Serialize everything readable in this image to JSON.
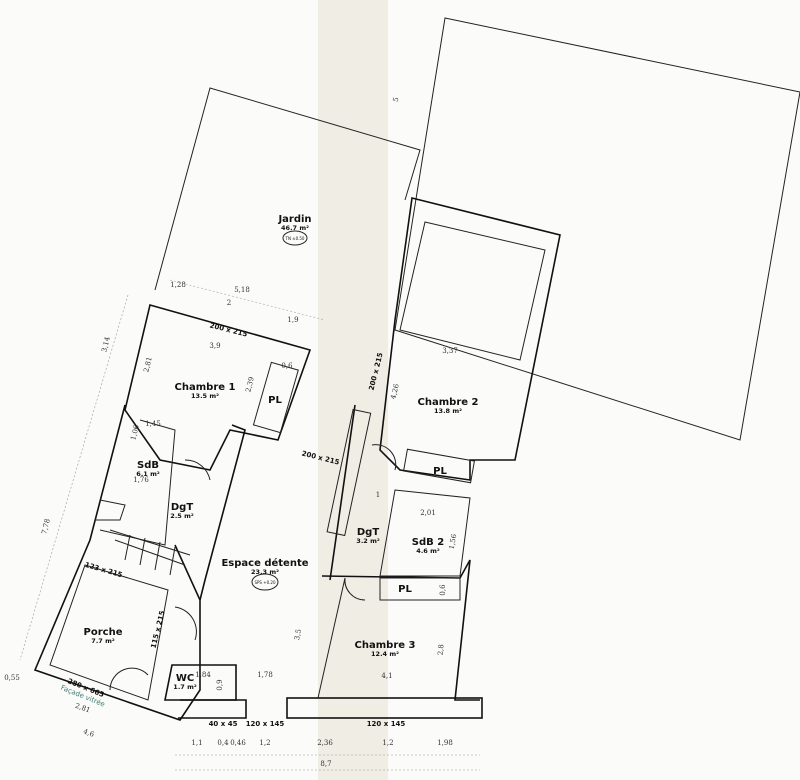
{
  "rooms": {
    "jardin": {
      "name": "Jardin",
      "area": "46.7 m²",
      "level": "TN ±0.50"
    },
    "chambre1": {
      "name": "Chambre 1",
      "area": "13.5 m²"
    },
    "chambre2": {
      "name": "Chambre 2",
      "area": "13.8 m²"
    },
    "chambre3": {
      "name": "Chambre 3",
      "area": "12.4 m²"
    },
    "sdb": {
      "name": "SdB",
      "area": "6.1 m²"
    },
    "sdb2": {
      "name": "SdB 2",
      "area": "4.6 m²"
    },
    "dgt1": {
      "name": "DgT",
      "area": "2.5 m²"
    },
    "dgt2": {
      "name": "DgT",
      "area": "3.2 m²"
    },
    "espace": {
      "name": "Espace détente",
      "area": "23.3 m²",
      "level": "SPS +0.20"
    },
    "porche": {
      "name": "Porche",
      "area": "7.7 m²"
    },
    "wc": {
      "name": "WC",
      "area": "1.7 m²"
    },
    "pl": "PL"
  },
  "openings": [
    "200 x 215",
    "200 x 215",
    "200 x 215",
    "123 x 215",
    "115 x 215",
    "280 x 665",
    "40 x 45",
    "120 x 145",
    "120 x 145"
  ],
  "facade_note": "Façade vitrée",
  "dimensions": [
    "1,28",
    "5,18",
    "2",
    "1,9",
    "3,14",
    "2,81",
    "3,9",
    "0,6",
    "2,39",
    "1,06",
    "1,45",
    "1,76",
    "7,78",
    "3,37",
    "4,26",
    "1",
    "2,01",
    "1,56",
    "0,6",
    "3,5",
    "2,8",
    "4,1",
    "1,84",
    "0,9",
    "1,78",
    "0,55",
    "2,81",
    "4,6",
    "1,1",
    "0,4",
    "0,46",
    "1,2",
    "2,36",
    "1,2",
    "1,98",
    "8,7",
    "5"
  ]
}
